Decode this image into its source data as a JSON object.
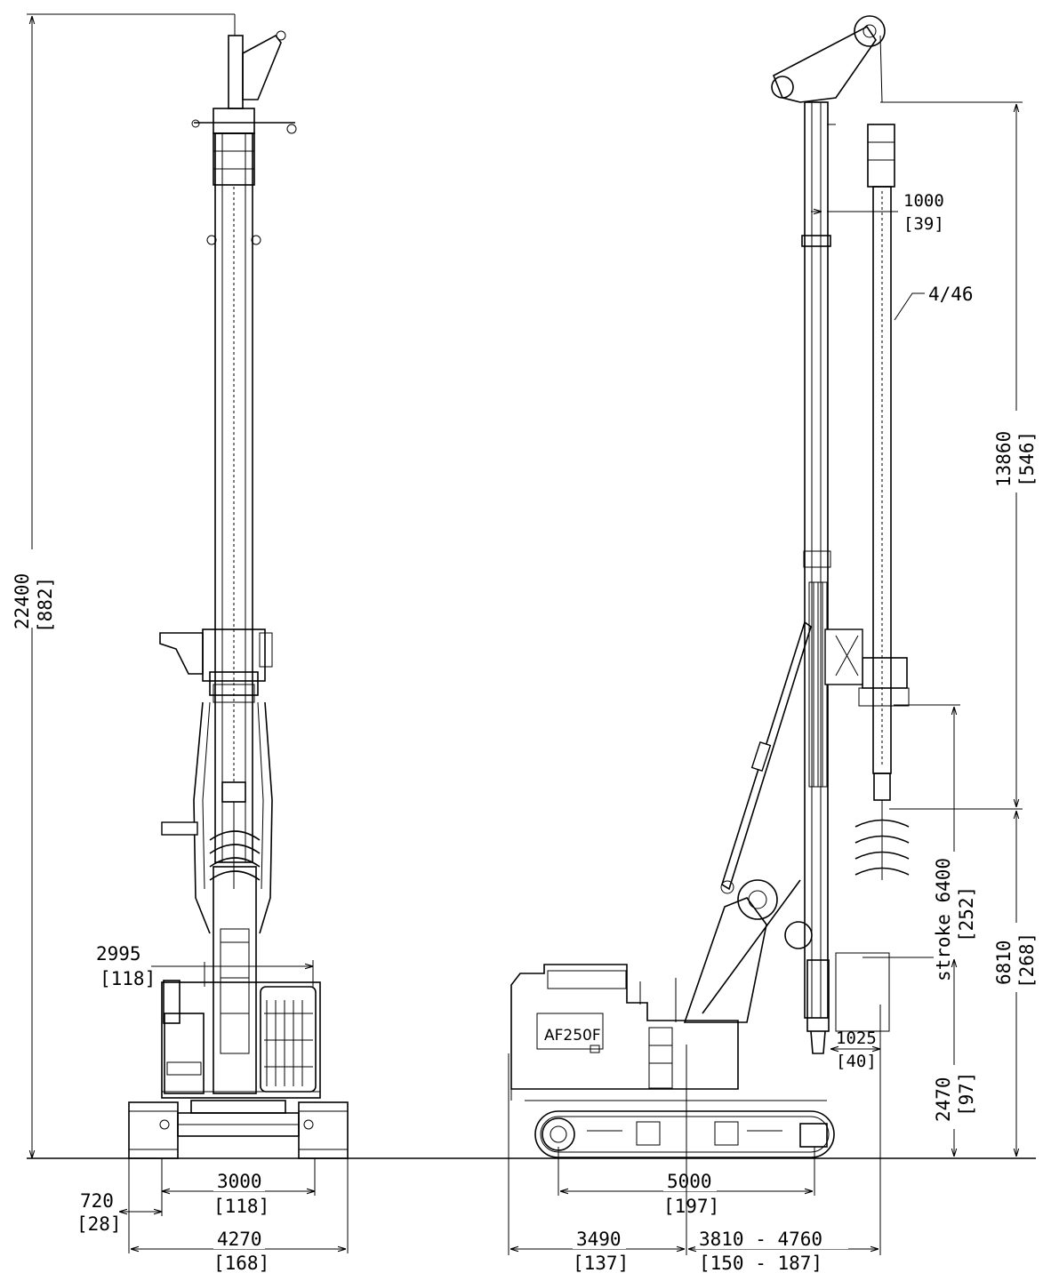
{
  "drawing": {
    "model_label": "AF250F",
    "dimensions": {
      "overall_height": {
        "mm": "22400",
        "inch": "[882]"
      },
      "mast_top_width": {
        "mm": "1000",
        "inch": "[39]"
      },
      "kelly_label": "4/46",
      "kelly_length": {
        "mm": "13860",
        "inch": "[546]"
      },
      "stroke": {
        "mm": "stroke 6400",
        "inch": "[252]"
      },
      "auger_height": {
        "mm": "6810",
        "inch": "[268]"
      },
      "ground_clearance": {
        "mm": "2470",
        "inch": "[97]"
      },
      "mast_offset": {
        "mm": "1025",
        "inch": "[40]"
      },
      "upper_width": {
        "mm": "2995",
        "inch": "[118]"
      },
      "track_gauge": {
        "mm": "3000",
        "inch": "[118]"
      },
      "track_width": {
        "mm": "720",
        "inch": "[28]"
      },
      "overall_width": {
        "mm": "4270",
        "inch": "[168]"
      },
      "track_length": {
        "mm": "5000",
        "inch": "[197]"
      },
      "tail_radius": {
        "mm": "3490",
        "inch": "[137]"
      },
      "working_radius": {
        "mm": "3810 - 4760",
        "inch": "[150 - 187]"
      }
    }
  }
}
